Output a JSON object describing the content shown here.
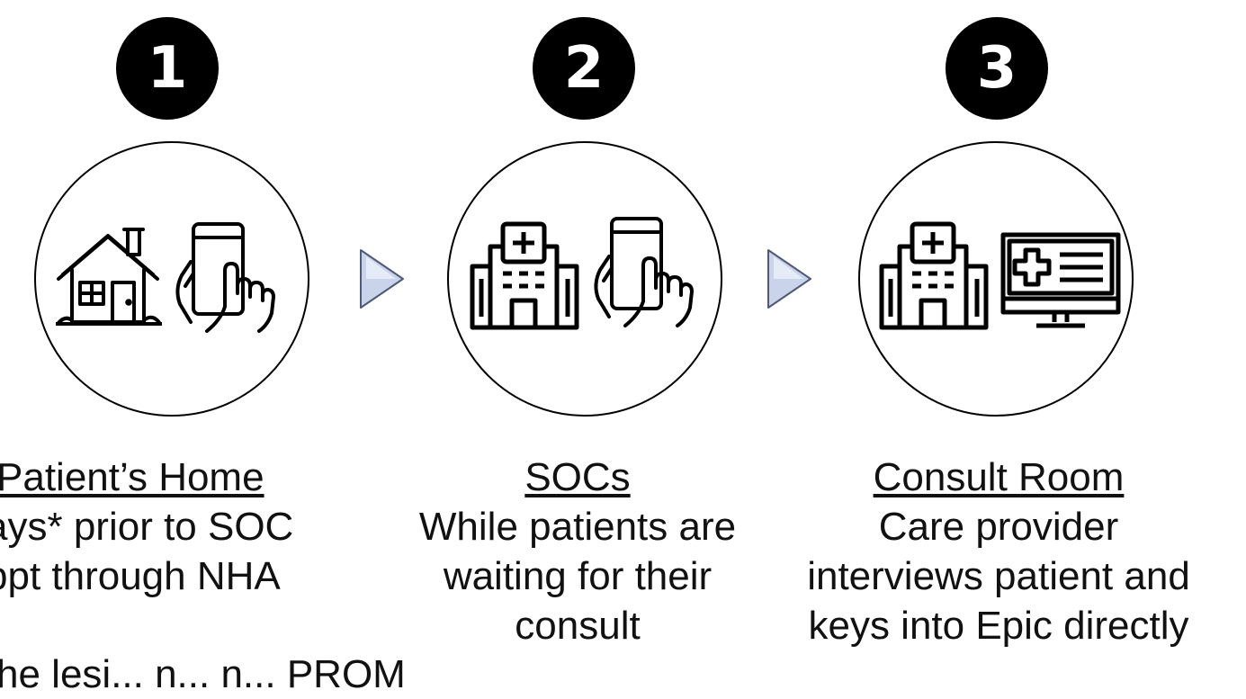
{
  "steps": [
    {
      "number": "1",
      "icons": [
        "house-icon",
        "hand-smartphone-icon"
      ],
      "title": "Patient’s Home",
      "lines": [
        "ays* prior to SOC",
        "ppt through NHA"
      ]
    },
    {
      "number": "2",
      "icons": [
        "hospital-icon",
        "hand-smartphone-icon"
      ],
      "title": "SOCs",
      "lines": [
        "While patients are",
        "waiting for their",
        "consult"
      ]
    },
    {
      "number": "3",
      "icons": [
        "hospital-icon",
        "medical-monitor-icon"
      ],
      "title": "Consult Room",
      "lines": [
        "Care provider",
        "interviews patient and",
        "keys into Epic directly"
      ]
    }
  ],
  "colors": {
    "badge": "#000000",
    "arrow_fill": "#c9d3ea",
    "arrow_stroke": "#505a78"
  },
  "bottom_partial_text": "he lesi... n... n... PROM"
}
